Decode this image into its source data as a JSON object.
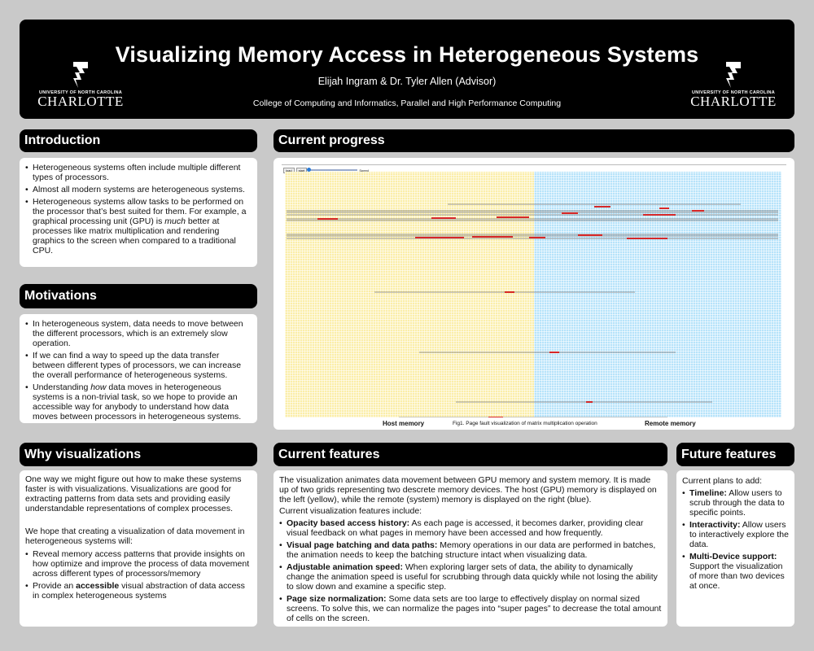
{
  "header": {
    "title": "Visualizing Memory Access in Heterogeneous Systems",
    "authors": "Elijah Ingram & Dr. Tyler Allen (Advisor)",
    "affiliation": "College of Computing and Informatics, Parallel and High Performance Computing",
    "logo_small": "UNIVERSITY OF NORTH CAROLINA",
    "logo_big": "CHARLOTTE"
  },
  "introduction": {
    "heading": "Introduction",
    "items": [
      "Heterogeneous systems often include multiple different types of processors.",
      "Almost all modern systems are heterogeneous systems.",
      "Heterogeneous systems allow tasks to be performed on the processor that’s best suited for them. For example, a graphical processing unit (GPU) is much better at processes like matrix multiplication and rendering graphics to the screen when compared to a traditional CPU."
    ]
  },
  "motivations": {
    "heading": "Motivations",
    "items": [
      "In heterogeneous system, data needs to move between the different processors, which is an extremely slow operation.",
      "If we can find a way to speed up the data transfer between different types of processors, we can increase the overall performance of heterogeneous systems.",
      "Understanding how data moves in heterogeneous systems is a non-trivial task, so we hope to provide an accessible way for anybody to understand how data moves between processors in heterogeneous systems."
    ]
  },
  "why": {
    "heading": "Why visualizations",
    "para1": "One way we might figure out how to make these systems faster is with visualizations. Visualizations are good for extracting patterns from data sets and providing easily understandable representations of complex processes.",
    "para2": "We hope that creating a visualization of data movement in heterogeneous systems will:",
    "items": [
      "Reveal memory access patterns that provide insights on how optimize and improve the process of data movement across different types of processors/memory",
      "Provide an accessible visual abstraction of data access in complex heterogeneous systems"
    ]
  },
  "progress": {
    "heading": "Current progress",
    "btn_load": "load",
    "btn_start": "start",
    "speed_label": "Speed",
    "host_label": "Host memory",
    "remote_label": "Remote memory",
    "caption": "Fig1. Page fault visualization of matrix multiplication operation",
    "colors": {
      "host": "#fbeea8",
      "remote": "#b6e3fa",
      "access": "#d62828",
      "path": "#777777"
    }
  },
  "features": {
    "heading": "Current features",
    "intro": "The visualization animates data movement between GPU memory and system memory. It is made up of two grids representing two descrete memory devices. The host (GPU) memory is displayed on the left (yellow), while the remote (system) memory is displayed on the right (blue).",
    "lead": "Current visualization features include:",
    "items": [
      {
        "bold": "Opacity based access history:",
        "text": " As each page is accessed, it becomes darker, providing clear visual feedback on what pages in memory have been accessed and how frequently."
      },
      {
        "bold": "Visual page batching and data paths:",
        "text": " Memory operations in our data are performed in batches, the animation needs to keep the batching structure intact when visualizing data."
      },
      {
        "bold": "Adjustable animation speed:",
        "text": " When exploring larger sets of data, the ability to dynamically change the animation speed is useful for scrubbing through data quickly while not losing the ability to slow down and examine a specific step."
      },
      {
        "bold": "Page size normalization:",
        "text": " Some data sets are too large to effectively display on normal sized screens. To solve this, we can normalize the pages into “super pages” to decrease the total amount of cells on the screen."
      }
    ]
  },
  "future": {
    "heading": "Future features",
    "lead": "Current plans to add:",
    "items": [
      {
        "bold": "Timeline:",
        "text": " Allow users to scrub through the data to specific points."
      },
      {
        "bold": "Interactivity:",
        "text": " Allow users to interactively explore the data."
      },
      {
        "bold": "Multi-Device support:",
        "text": " Support the visualization of more than two devices at once."
      }
    ]
  }
}
